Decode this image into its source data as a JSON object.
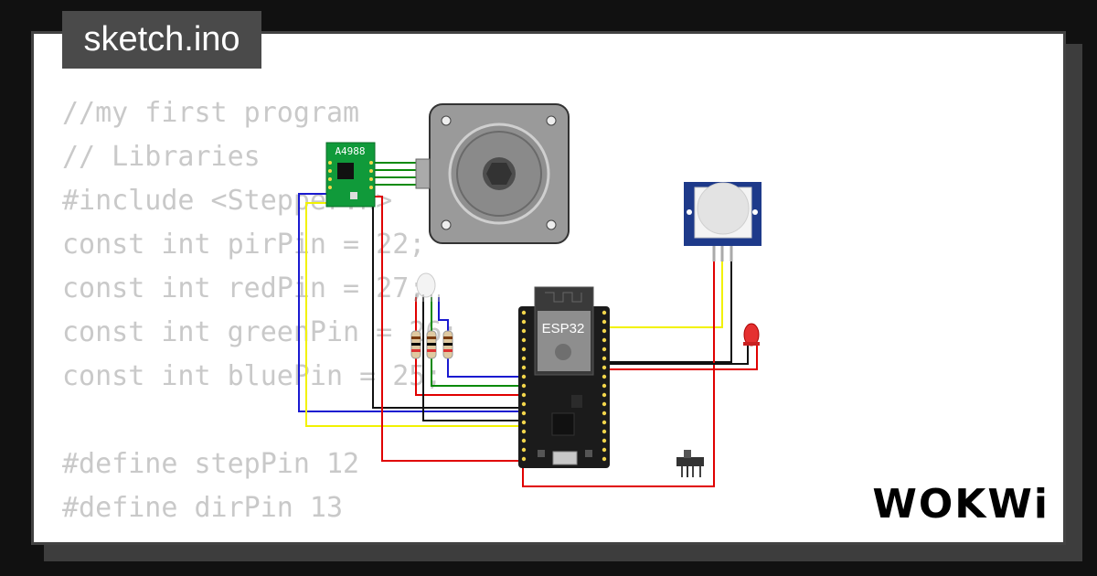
{
  "tab": {
    "filename": "sketch.ino"
  },
  "code": {
    "lines": [
      "//my first program",
      "// Libraries",
      "#include <Stepper.h>",
      "const int pirPin = 22;",
      "const int redPin = 27;",
      "const int greenPin = 26;",
      "const int bluePin = 25;",
      "",
      "#define stepPin 12",
      "#define dirPin 13"
    ]
  },
  "components": {
    "driver_label": "A4988",
    "board_label": "ESP32"
  },
  "brand": {
    "logo": "WOKWi"
  },
  "colors": {
    "background": "#111111",
    "card": "#ffffff",
    "tab": "#4a4a4a",
    "code_text": "#c9c9c9",
    "wire_red": "#e00000",
    "wire_black": "#111111",
    "wire_green": "#0a8a0a",
    "wire_blue": "#1a1ad0",
    "wire_yellow": "#f2f200"
  }
}
